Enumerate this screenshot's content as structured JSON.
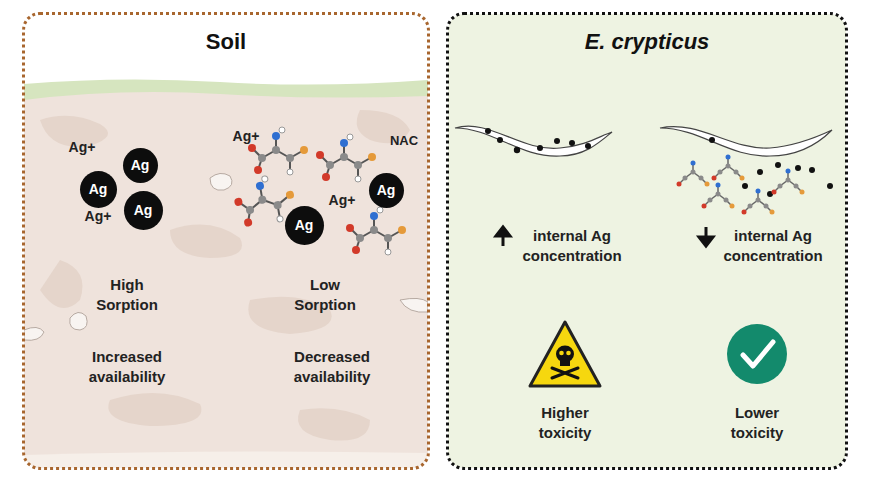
{
  "diagram": {
    "nodes": [
      {
        "text": [
          "Soil"
        ]
      },
      {
        "text": [
          "Ag"
        ],
        "in": 0
      },
      {
        "text": [
          "Ag"
        ],
        "in": 0
      },
      {
        "text": [
          "Ag"
        ],
        "in": 0
      },
      {
        "text": [
          "Ag"
        ],
        "in": 0
      },
      {
        "text": [
          "Ag"
        ],
        "in": 0
      },
      {
        "text": [
          "E. crypticus"
        ]
      }
    ],
    "labels": [
      "Ag+",
      "Ag+",
      "Ag+",
      "NAC",
      "Ag+",
      "High Sorption",
      "Low Sorption",
      "Increased availability",
      "Decreased availability",
      "internal Ag concentration",
      "internal Ag concentration",
      "Higher toxicity",
      "Lower toxicity"
    ]
  }
}
